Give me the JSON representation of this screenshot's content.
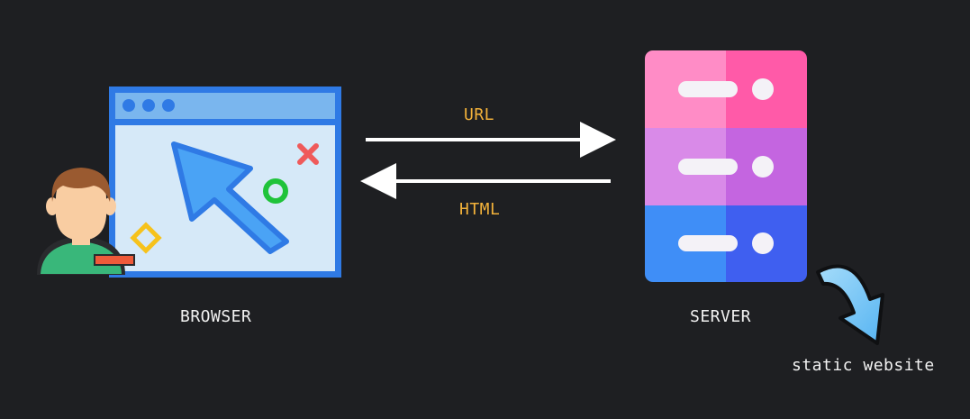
{
  "browser": {
    "label": "BROWSER"
  },
  "server": {
    "label": "SERVER"
  },
  "request": {
    "label": "URL"
  },
  "response": {
    "label": "HTML"
  },
  "output": {
    "label": "static website"
  },
  "colors": {
    "background": "#1e1f22",
    "text": "#f2f2f2",
    "arrow_label": "#f3b23a",
    "browser_frame": "#2f7ae5",
    "browser_body": "#d6e9f8",
    "cursor": "#4aa3f5",
    "server_top": "#ff5aa8",
    "server_middle": "#c465e0",
    "server_bottom": "#3b82f6",
    "curved_arrow": "#7cc8f7"
  },
  "icons": [
    "user-avatar-icon",
    "browser-window-icon",
    "cursor-icon",
    "close-x-icon",
    "circle-icon",
    "diamond-icon",
    "server-icon",
    "curved-arrow-icon"
  ]
}
